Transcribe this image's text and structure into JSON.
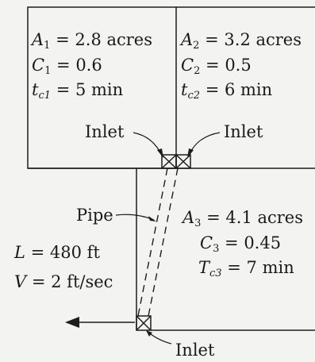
{
  "watersheds": [
    {
      "area": {
        "symbol": "A",
        "sub": "1",
        "value": "= 2.8 acres"
      },
      "coef": {
        "symbol": "C",
        "sub": "1",
        "value": "= 0.6"
      },
      "time": {
        "symbol": "t",
        "sub": "c1",
        "value": "= 5 min"
      }
    },
    {
      "area": {
        "symbol": "A",
        "sub": "2",
        "value": "= 3.2 acres"
      },
      "coef": {
        "symbol": "C",
        "sub": "2",
        "value": "= 0.5"
      },
      "time": {
        "symbol": "t",
        "sub": "c2",
        "value": "= 6 min"
      }
    },
    {
      "area": {
        "symbol": "A",
        "sub": "3",
        "value": "= 4.1 acres"
      },
      "coef": {
        "symbol": "C",
        "sub": "3",
        "value": "= 0.45"
      },
      "time": {
        "symbol": "T",
        "sub": "c3",
        "value": "= 7 min"
      }
    }
  ],
  "labels": {
    "inlet_left": "Inlet",
    "inlet_right": "Inlet",
    "inlet_bottom": "Inlet",
    "pipe": "Pipe"
  },
  "pipe": {
    "length": {
      "symbol": "L",
      "value": "= 480 ft"
    },
    "velocity": {
      "symbol": "V",
      "value": "= 2 ft/sec"
    }
  }
}
